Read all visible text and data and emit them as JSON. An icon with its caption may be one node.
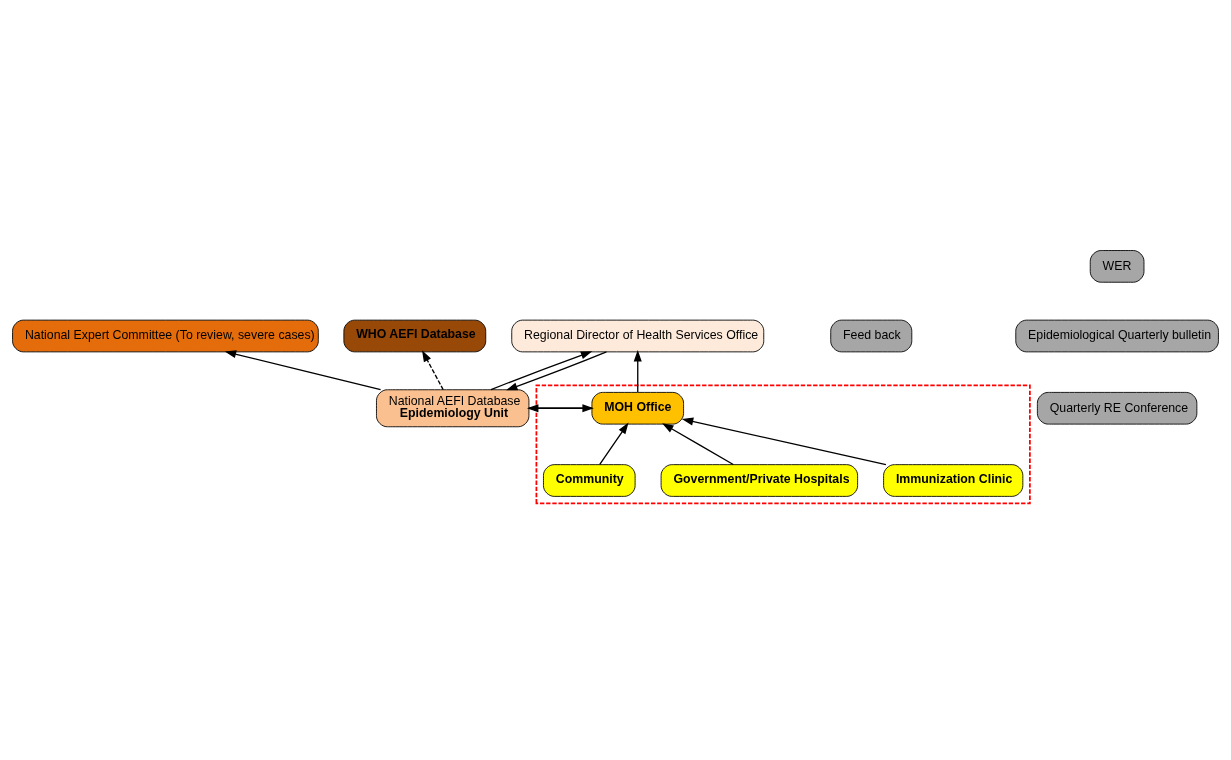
{
  "diagram": {
    "nodes": [
      {
        "text": [
          "National Expert Committee (To review, severe cases)"
        ]
      },
      {
        "text": [
          "WHO AEFI Database"
        ]
      },
      {
        "text": [
          "National AEFI Database",
          "Epidemiology Unit"
        ]
      },
      {
        "text": [
          "Feed back"
        ]
      },
      {
        "text": [
          "WER"
        ]
      },
      {
        "text": [
          "Epidemiological Quarterly bulletin"
        ]
      },
      {
        "text": [
          "Quarterly RE Conference"
        ]
      },
      {
        "text": [
          "Regional Director of Health Services Office"
        ]
      },
      {
        "text": [],
        "shape": "box"
      },
      {
        "text": [
          "MOH Office"
        ],
        "in": 8
      },
      {
        "text": [
          "Immunization Clinic"
        ],
        "in": 8
      },
      {
        "text": [
          "Government/Private Hospitals"
        ],
        "in": 8
      },
      {
        "text": [
          "Community"
        ],
        "in": 8
      }
    ],
    "edges": [
      {
        "from": 2,
        "to": 0,
        "arrow": "to"
      },
      {
        "from": 2,
        "to": 1,
        "arrow": "to",
        "style": "dashed"
      },
      {
        "from": 7,
        "to": 2,
        "arrow": "to"
      },
      {
        "from": 2,
        "to": 7,
        "arrow": "to"
      },
      {
        "from": 2,
        "to": 9,
        "arrow": "to"
      },
      {
        "from": 9,
        "to": 7,
        "arrow": "to"
      },
      {
        "from": 9,
        "to": 2,
        "arrow": "to"
      },
      {
        "from": 10,
        "to": 9,
        "arrow": "to"
      },
      {
        "from": 11,
        "to": 9,
        "arrow": "to"
      },
      {
        "from": 12,
        "to": 9,
        "arrow": "to"
      }
    ]
  }
}
